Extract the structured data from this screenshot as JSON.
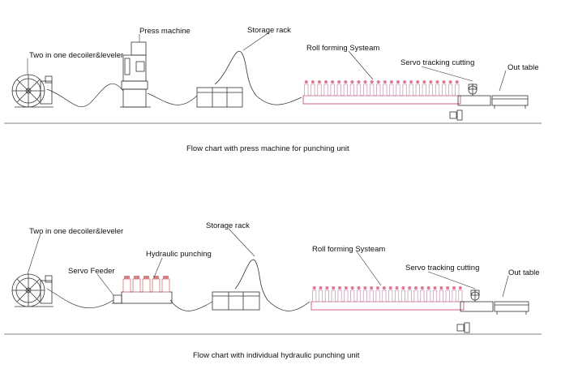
{
  "diagram_1": {
    "labels": {
      "decoiler": "Two in one decoiler&leveler",
      "press": "Press machine",
      "storage": "Storage rack",
      "roll_forming": "Roll forming Systeam",
      "servo_cutting": "Servo tracking cutting",
      "out_table": "Out table"
    },
    "caption": "Flow chart with press machine for punching unit"
  },
  "diagram_2": {
    "labels": {
      "decoiler": "Two in one decoiler&leveler",
      "servo_feeder": "Servo Feeder",
      "hydraulic": "Hydraulic punching",
      "storage": "Storage rack",
      "roll_forming": "Roll forming Systeam",
      "servo_cutting": "Servo tracking cutting",
      "out_table": "Out table"
    },
    "caption": "Flow chart with individual hydraulic punching unit"
  },
  "colors": {
    "line": "#333333",
    "roll_stand": "#c8a0b8",
    "roll_top": "#e07890",
    "base_frame": "#d05080",
    "hydraulic_top": "#d88080"
  }
}
